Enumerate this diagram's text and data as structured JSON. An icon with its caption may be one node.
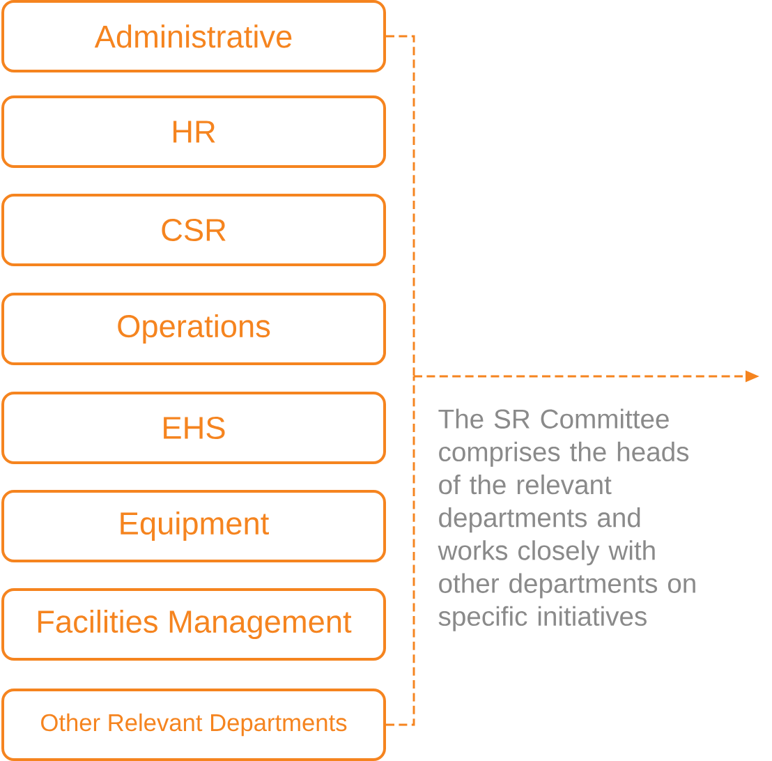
{
  "diagram": {
    "nodes": [
      {
        "text": [
          "Administrative"
        ]
      },
      {
        "text": [
          "HR"
        ]
      },
      {
        "text": [
          "CSR"
        ]
      },
      {
        "text": [
          "Operations"
        ]
      },
      {
        "text": [
          "EHS"
        ]
      },
      {
        "text": [
          "Equipment"
        ]
      },
      {
        "text": [
          "Facilities Management"
        ]
      },
      {
        "text": [
          "Other Relevant Departments"
        ]
      }
    ],
    "edges": [
      {
        "from": 0,
        "to": null,
        "arrow": "to",
        "style": "dashed"
      },
      {
        "from": 7,
        "to": null,
        "arrow": "to",
        "style": "dashed"
      }
    ],
    "labels": [
      "The SR Committee comprises the heads of the relevant departments and works closely with other departments on specific initiatives"
    ]
  }
}
